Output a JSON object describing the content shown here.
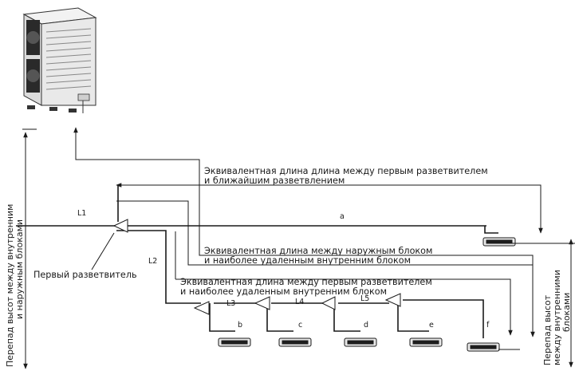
{
  "annotations": {
    "first_branch_eq": [
      "Эквивалентная длина длина между первым разветвителем",
      "и ближайшим разветвлением"
    ],
    "outdoor_farthest_eq": [
      "Эквивалентная длина между наружным блоком",
      "и наиболее удаленным внутренним блоком"
    ],
    "first_farthest_eq": [
      "Эквивалентная длина между первым разветвителем",
      "и наиболее удаленным внутренним блоком"
    ],
    "first_branch_label": "Первый разветвитель",
    "height_outdoor_indoor": [
      "Перепад высот между внутренним",
      "и наружным блоками"
    ],
    "height_indoor_indoor": [
      "Перепад высот",
      "между внутренними",
      "блоками"
    ]
  },
  "pipe_labels": {
    "L1": "L1",
    "L2": "L2",
    "L3": "L3",
    "L4": "L4",
    "L5": "L5",
    "a": "a",
    "b": "b",
    "c": "c",
    "d": "d",
    "e": "e",
    "f": "f"
  },
  "units": {
    "outdoor": "outdoor-unit",
    "indoor": [
      "indoor-unit-a",
      "indoor-unit-b",
      "indoor-unit-c",
      "indoor-unit-d",
      "indoor-unit-e",
      "indoor-unit-f"
    ]
  },
  "colors": {
    "line": "#1a1a1a",
    "unit_body": "#e9e9e9",
    "fan": "#1e1e1e"
  }
}
